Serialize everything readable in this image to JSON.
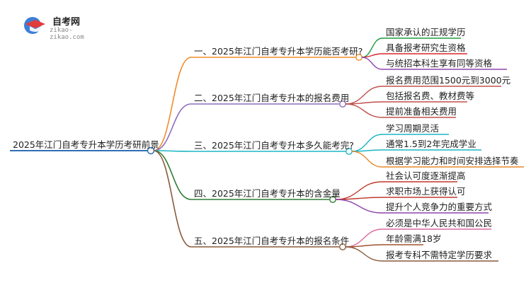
{
  "logo": {
    "name": "自考网",
    "url": "zikao-zikao.com",
    "icon": "graduation-cap-icon"
  },
  "root": {
    "label": "2025年江门自考专升本学历考研前景",
    "color": "#2f6fb5"
  },
  "branches": [
    {
      "label": "一、2025年江门自考专升本学历能否考研?",
      "color": "#f08c2a",
      "leaf_colors": [
        "#1b9e3f",
        "#d9262b",
        "#8e44ad"
      ],
      "leaves": [
        "国家承认的正规学历",
        "具备报考研究生资格",
        "与统招本科生享有同等资格"
      ]
    },
    {
      "label": "二、2025年江门自考专升本的报名费用",
      "color": "#8e6bbf",
      "leaf_colors": [
        "#c0504d",
        "#c0504d",
        "#c0504d"
      ],
      "leaves": [
        "报名费用范围1500元到3000元",
        "包括报名费、教材费等",
        "提前准备相关费用"
      ]
    },
    {
      "label": "三、2025年江门自考专升本多久能考完?",
      "color": "#1bb5c4",
      "leaf_colors": [
        "#1bb5c4",
        "#1bb5c4",
        "#e8872b"
      ],
      "leaves": [
        "学习周期灵活",
        "通常1.5到2年完成学业",
        "根据学习能力和时间安排选择节奏"
      ]
    },
    {
      "label": "四、2025年江门自考专升本的含金量",
      "color": "#2e7d32",
      "leaf_colors": [
        "#c0392b",
        "#c0392b",
        "#8e44ad"
      ],
      "leaves": [
        "社会认可度逐渐提高",
        "求职市场上获得认可",
        "提升个人竞争力的重要方式"
      ]
    },
    {
      "label": "五、2025年江门自考专升本的报名条件",
      "color": "#8b5a3c",
      "leaf_colors": [
        "#d96ba0",
        "#a0522d",
        "#8b5a3c"
      ],
      "leaves": [
        "必须是中华人民共和国公民",
        "年龄需满18岁",
        "报考专科不需特定学历要求"
      ]
    }
  ]
}
